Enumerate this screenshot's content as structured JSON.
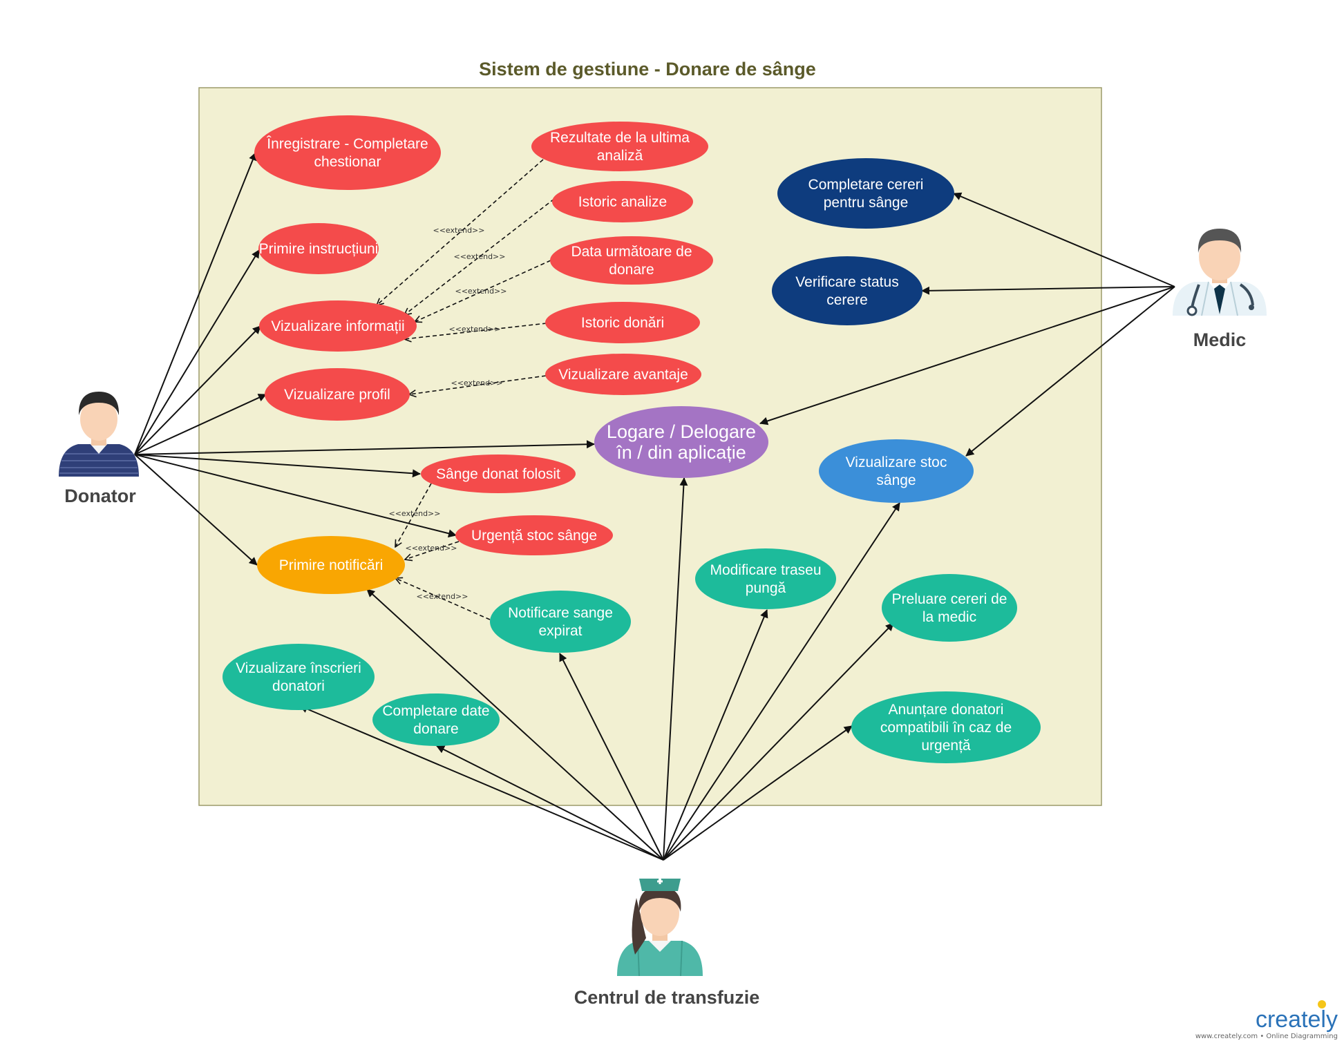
{
  "diagram": {
    "title": "Sistem de gestiune - Donare de sânge",
    "colors": {
      "boundary_fill": "#f2f0d2",
      "boundary_stroke": "#9c9a6a",
      "red": "#f44b4b",
      "navy": "#0e3c7e",
      "purple": "#a474c4",
      "orange": "#f9a602",
      "teal": "#1dbb9b",
      "blue": "#3b8fd9"
    },
    "actors": {
      "donator": {
        "label": "Donator",
        "icon": "donor-person-icon"
      },
      "medic": {
        "label": "Medic",
        "icon": "doctor-person-icon"
      },
      "centru": {
        "label": "Centrul de transfuzie",
        "icon": "nurse-person-icon"
      }
    },
    "use_cases": {
      "inregistrare": {
        "lines": [
          "Înregistrare - Completare",
          "chestionar"
        ]
      },
      "instructiuni": {
        "lines": [
          "Primire instrucțiuni"
        ]
      },
      "informatii": {
        "lines": [
          "Vizualizare informații"
        ]
      },
      "profil": {
        "lines": [
          "Vizualizare profil"
        ]
      },
      "rezultate": {
        "lines": [
          "Rezultate de la ultima",
          "analiză"
        ]
      },
      "istoric_analize": {
        "lines": [
          "Istoric analize"
        ]
      },
      "data_urmatoare": {
        "lines": [
          "Data următoare de",
          "donare"
        ]
      },
      "istoric_donari": {
        "lines": [
          "Istoric donări"
        ]
      },
      "avantaje": {
        "lines": [
          "Vizualizare avantaje"
        ]
      },
      "logare": {
        "lines": [
          "Logare / Delogare",
          "în / din aplicație"
        ]
      },
      "sange_folosit": {
        "lines": [
          "Sânge donat folosit"
        ]
      },
      "urgenta": {
        "lines": [
          "Urgență stoc sânge"
        ]
      },
      "notificari": {
        "lines": [
          "Primire notificări"
        ]
      },
      "notificare_expirat": {
        "lines": [
          "Notificare sange",
          "expirat"
        ]
      },
      "inscrieri": {
        "lines": [
          "Vizualizare înscrieri",
          "donatori"
        ]
      },
      "date_donare": {
        "lines": [
          "Completare date",
          "donare"
        ]
      },
      "traseu": {
        "lines": [
          "Modificare traseu",
          "pungă"
        ]
      },
      "preluare": {
        "lines": [
          "Preluare cereri de",
          "la medic"
        ]
      },
      "anuntare": {
        "lines": [
          "Anunțare donatori",
          "compatibili în caz de",
          "urgență"
        ]
      },
      "stoc": {
        "lines": [
          "Vizualizare stoc",
          "sânge"
        ]
      },
      "cereri_sange": {
        "lines": [
          "Completare cereri",
          "pentru sânge"
        ]
      },
      "status_cerere": {
        "lines": [
          "Verificare status",
          "cerere"
        ]
      }
    },
    "extend_label": "<<extend>>"
  },
  "branding": {
    "logo": "creately",
    "tagline": "www.creately.com • Online Diagramming"
  }
}
